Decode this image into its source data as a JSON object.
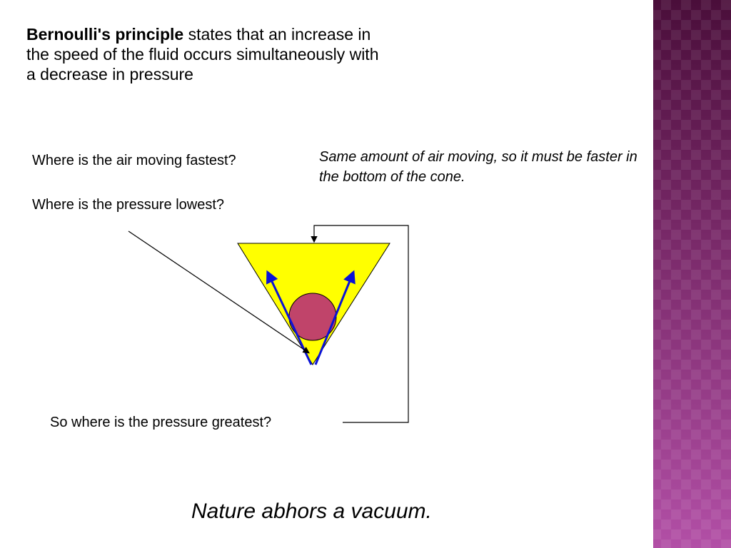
{
  "intro": {
    "term": "Bernoulli's principle",
    "text": " states that an increase in the speed of the fluid occurs simultaneously with a decrease in pressure"
  },
  "questions": {
    "fastest": "Where is the air moving fastest?",
    "lowest": "Where is the pressure lowest?",
    "greatest": "So where is the pressure greatest?"
  },
  "answer_note": "Same amount of air moving, so it must be faster in the bottom of the cone.",
  "tagline": "Nature abhors a vacuum.",
  "colors": {
    "cone": "#ffff00",
    "ball": "#c0446a",
    "airflow_arrows": "#0a12d6",
    "pointer_lines": "#000000",
    "side_band": "#8a3a7e"
  }
}
